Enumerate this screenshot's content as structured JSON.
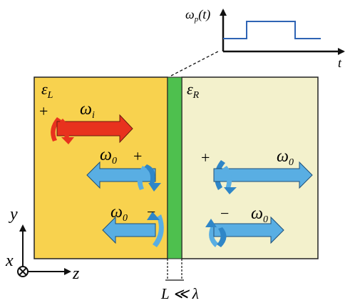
{
  "colors": {
    "left_medium": "#f8d24e",
    "right_medium": "#f3f1cc",
    "slab": "#4ec04e",
    "incident": "#e8321e",
    "scattered": "#59aee3",
    "scattered_dark": "#2f86c7",
    "pulse": "#2f64b4",
    "ink": "#111111"
  },
  "labels": {
    "eps_left_main": "ε",
    "eps_left_sub": "L",
    "eps_right_main": "ε",
    "eps_right_sub": "R",
    "omega_i_main": "ω",
    "omega_i_sub": "i",
    "omega_0_main": "ω",
    "omega_0_sub": "0",
    "plus": "+",
    "minus": "−",
    "thickness_label": "L ≪ λ",
    "pulse_label_main": "ω",
    "pulse_label_sub": "p",
    "pulse_label_arg": "(t)",
    "pulse_axis_t": "t",
    "axis_y": "y",
    "axis_x": "x",
    "axis_z": "z"
  }
}
